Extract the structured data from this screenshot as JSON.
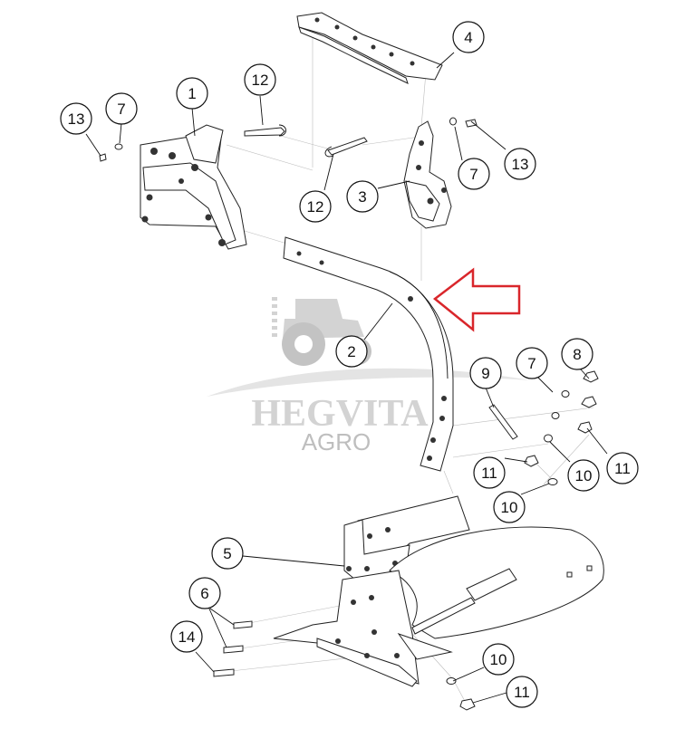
{
  "watermark": {
    "brand": "HEGVITA",
    "sub": "AGRO",
    "colors": {
      "gray": "#c8c8c8",
      "gray_dark": "#9e9e9e"
    }
  },
  "highlight_arrow": {
    "color": "#d9262b"
  },
  "callouts": [
    {
      "label": "1"
    },
    {
      "label": "12"
    },
    {
      "label": "7"
    },
    {
      "label": "13"
    },
    {
      "label": "4"
    },
    {
      "label": "7"
    },
    {
      "label": "13"
    },
    {
      "label": "12"
    },
    {
      "label": "3"
    },
    {
      "label": "2"
    },
    {
      "label": "9"
    },
    {
      "label": "7"
    },
    {
      "label": "8"
    },
    {
      "label": "11"
    },
    {
      "label": "10"
    },
    {
      "label": "11"
    },
    {
      "label": "10"
    },
    {
      "label": "5"
    },
    {
      "label": "6"
    },
    {
      "label": "14"
    },
    {
      "label": "10"
    },
    {
      "label": "11"
    }
  ]
}
